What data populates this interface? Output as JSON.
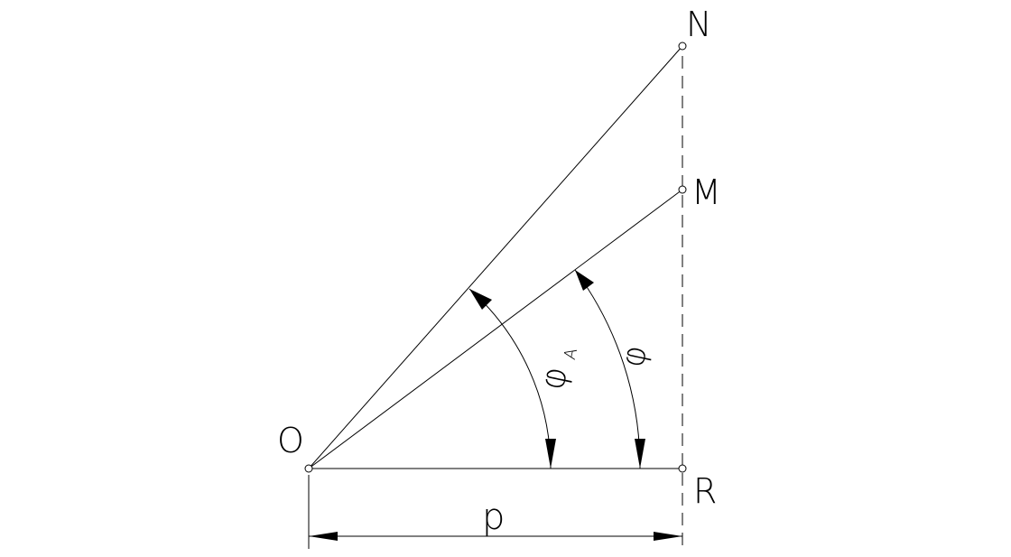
{
  "diagram": {
    "labels": {
      "origin": "O",
      "point_n": "N",
      "point_m": "M",
      "point_r": "R",
      "distance": "p",
      "angle_phi": "φ",
      "angle_phi_a": "φ",
      "angle_phi_a_subscript": "A"
    },
    "colors": {
      "stroke": "#000000",
      "background": "#ffffff"
    }
  }
}
